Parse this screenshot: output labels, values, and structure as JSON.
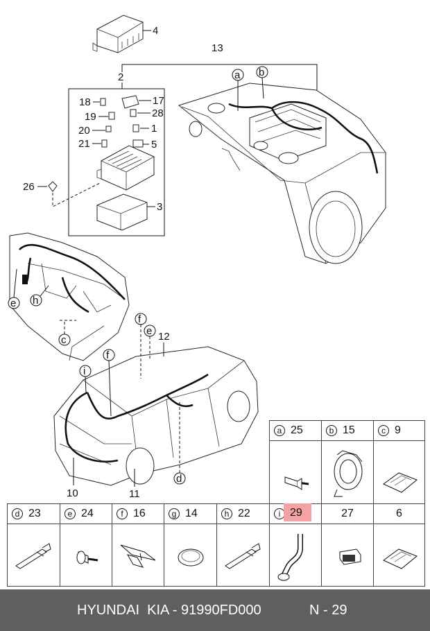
{
  "callouts": {
    "n13": "13",
    "n2": "2",
    "n4": "4",
    "n17": "17",
    "n18": "18",
    "n28": "28",
    "n19": "19",
    "n1": "1",
    "n20": "20",
    "n5": "5",
    "n21": "21",
    "n26": "26",
    "n3": "3",
    "n12": "12",
    "n10": "10",
    "n11": "11",
    "ca": "a",
    "cb": "b",
    "ce": "e",
    "ch": "h",
    "cc": "c",
    "cf1": "f",
    "cf2": "f",
    "ce2": "e",
    "ci": "i",
    "cd": "d"
  },
  "parts_table": {
    "top_row": [
      {
        "letter": "a",
        "number": "25",
        "icon": "bolt-icon"
      },
      {
        "letter": "b",
        "number": "15",
        "icon": "grommet-bracket-icon"
      },
      {
        "letter": "c",
        "number": "9",
        "icon": "pad-icon"
      }
    ],
    "bottom_row": [
      {
        "letter": "d",
        "number": "23",
        "icon": "cable-tie-icon"
      },
      {
        "letter": "e",
        "number": "24",
        "icon": "bolt-icon"
      },
      {
        "letter": "f",
        "number": "16",
        "icon": "clip-icon"
      },
      {
        "letter": "g",
        "number": "14",
        "icon": "plug-icon"
      },
      {
        "letter": "h",
        "number": "22",
        "icon": "cable-tie-icon"
      },
      {
        "letter": "i",
        "number": "29",
        "icon": "protector-tube-icon",
        "highlighted": true
      },
      {
        "letter": "",
        "number": "27",
        "icon": "connector-icon"
      },
      {
        "letter": "",
        "number": "6",
        "icon": "pad-icon"
      }
    ],
    "highlight_color": "#f3a3a3"
  },
  "footer": {
    "brand": "HYUNDAI  KIA - 91990FD000",
    "page": "N - 29",
    "background": "#5f5f5f"
  }
}
